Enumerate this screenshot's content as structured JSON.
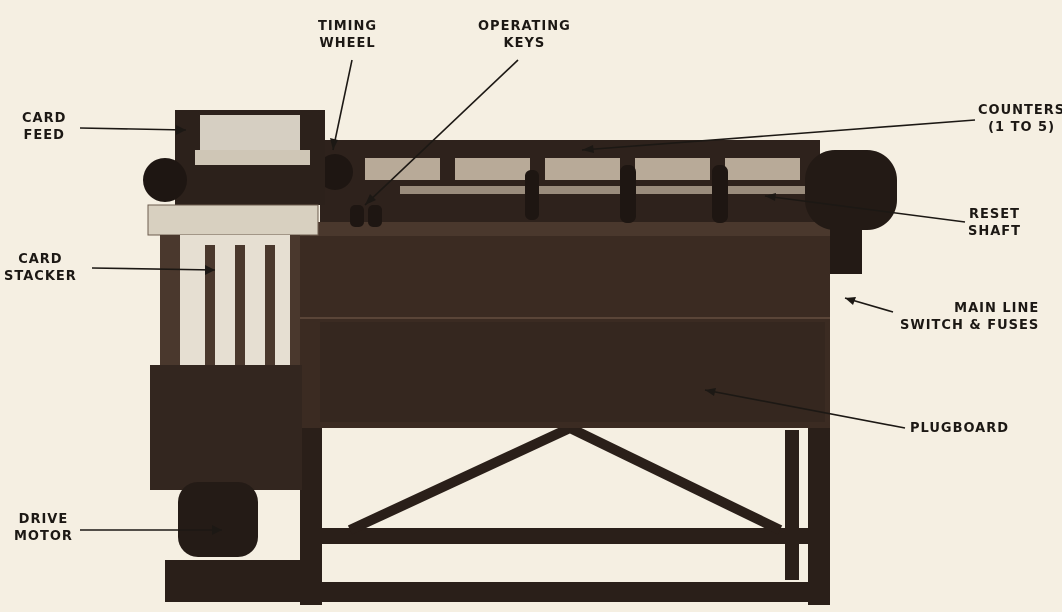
{
  "labels": {
    "card_feed": [
      "CARD",
      "FEED"
    ],
    "timing_wheel": [
      "TIMING",
      "WHEEL"
    ],
    "operating_keys": [
      "OPERATING",
      "KEYS"
    ],
    "counters": [
      "COUNTERS",
      "(1 TO 5)"
    ],
    "reset_shaft": [
      "RESET",
      "SHAFT"
    ],
    "card_stacker": [
      "CARD",
      "STACKER"
    ],
    "main_line": [
      "MAIN LINE",
      "SWITCH & FUSES"
    ],
    "plugboard": [
      "PLUGBOARD"
    ],
    "drive_motor": [
      "DRIVE",
      "MOTOR"
    ]
  },
  "colors": {
    "background": "#f5efe2",
    "machine": "#3a2a22",
    "machine_dark": "#1e1612",
    "ink": "#1c1814"
  }
}
